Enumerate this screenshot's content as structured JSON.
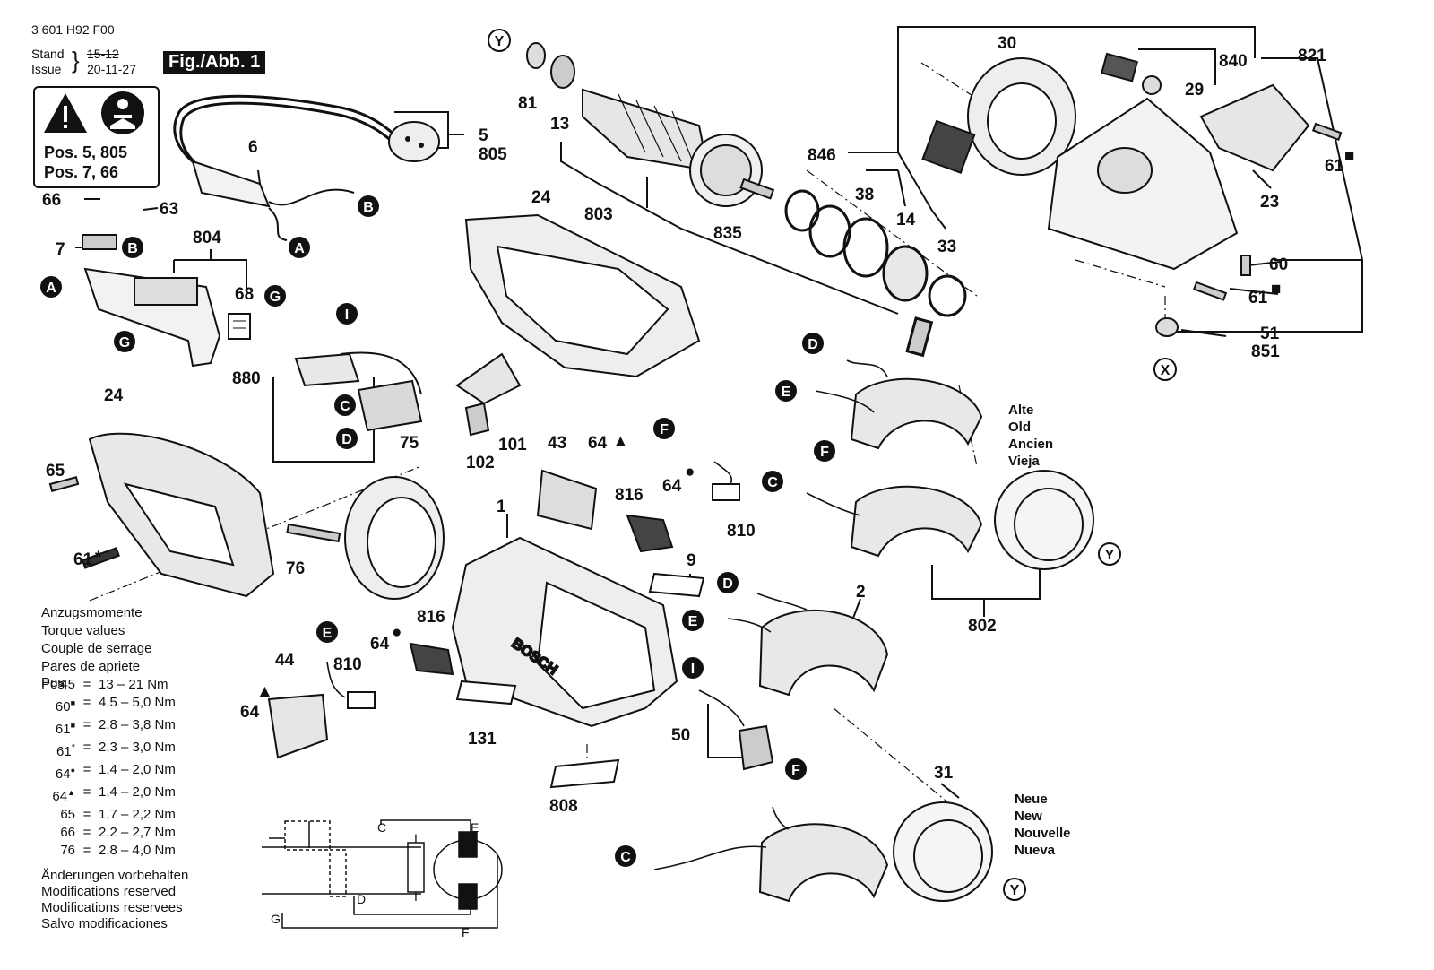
{
  "header": {
    "doc_number": "3 601 H92 F00",
    "stand_label": "Stand",
    "issue_label": "Issue",
    "old_date": "15-12",
    "new_date": "20-11-27",
    "figure_label": "Fig./Abb. 1"
  },
  "warning": {
    "line1": "Pos. 5, 805",
    "line2": "Pos. 7, 66",
    "icons": [
      "warning-triangle-icon",
      "read-manual-icon"
    ]
  },
  "torque": {
    "titles": [
      "Anzugsmomente",
      "Torque values",
      "Couple de serrage",
      "Pares de apriete"
    ],
    "pos_label": "Pos",
    "rows": [
      {
        "pos": "45",
        "sym": "",
        "value": "13 – 21 Nm"
      },
      {
        "pos": "60",
        "sym": "■",
        "value": "4,5 – 5,0 Nm"
      },
      {
        "pos": "61",
        "sym": "■",
        "value": "2,8 – 3,8 Nm"
      },
      {
        "pos": "61",
        "sym": "*",
        "value": "2,3 – 3,0 Nm"
      },
      {
        "pos": "64",
        "sym": "●",
        "value": "1,4 – 2,0 Nm"
      },
      {
        "pos": "64",
        "sym": "▲",
        "value": "1,4 – 2,0 Nm"
      },
      {
        "pos": "65",
        "sym": "",
        "value": "1,7 – 2,2 Nm"
      },
      {
        "pos": "66",
        "sym": "",
        "value": "2,2 – 2,7 Nm"
      },
      {
        "pos": "76",
        "sym": "",
        "value": "2,8 – 4,0 Nm"
      }
    ]
  },
  "modifications": [
    "Änderungen vorbehalten",
    "Modifications reserved",
    "Modifications reservees",
    "Salvo modificaciones"
  ],
  "old_version": [
    "Alte",
    "Old",
    "Ancien",
    "Vieja"
  ],
  "new_version": [
    "Neue",
    "New",
    "Nouvelle",
    "Nueva"
  ],
  "part_labels": {
    "p1": "1",
    "p2": "2",
    "p5": "5",
    "p6": "6",
    "p7": "7",
    "p9": "9",
    "p13": "13",
    "p14": "14",
    "p23": "23",
    "p24a": "24",
    "p24b": "24",
    "p29": "29",
    "p30": "30",
    "p31": "31",
    "p33": "33",
    "p38": "38",
    "p43": "43",
    "p44": "44",
    "p50": "50",
    "p51": "51",
    "p60": "60",
    "p61a": "61",
    "p61b": "61",
    "p61c": "61",
    "p63": "63",
    "p64a": "64",
    "p64b": "64",
    "p64c": "64",
    "p64d": "64",
    "p65": "65",
    "p66": "66",
    "p68": "68",
    "p75": "75",
    "p76": "76",
    "p81": "81",
    "p101": "101",
    "p102": "102",
    "p131": "131",
    "p802": "802",
    "p803": "803",
    "p804": "804",
    "p805": "805",
    "p808": "808",
    "p810a": "810",
    "p810b": "810",
    "p816a": "816",
    "p816b": "816",
    "p821": "821",
    "p835": "835",
    "p840": "840",
    "p846": "846",
    "p851": "851",
    "p880": "880"
  },
  "connector_letters": {
    "Y": "Y",
    "X": "X",
    "A": "A",
    "B": "B",
    "C": "C",
    "D": "D",
    "E": "E",
    "F": "F",
    "G": "G",
    "I": "I"
  },
  "circuit_labels": {
    "c": "C",
    "d": "D",
    "e": "E",
    "f": "F",
    "g": "G",
    "i": "I"
  },
  "tool_brand": "BOSCH"
}
